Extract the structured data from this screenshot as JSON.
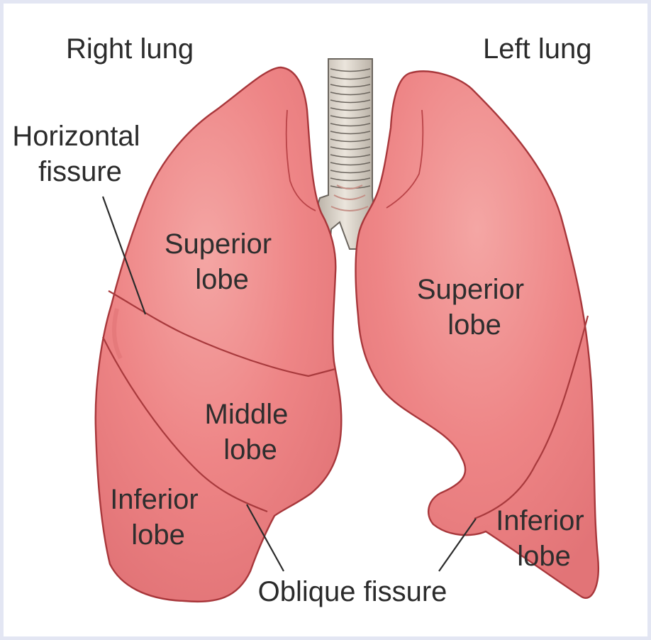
{
  "labels": {
    "right_lung": "Right lung",
    "left_lung": "Left lung",
    "horizontal_fissure": [
      "Horizontal",
      "fissure"
    ],
    "oblique_fissure": "Oblique fissure",
    "right_superior_lobe": [
      "Superior",
      "lobe"
    ],
    "right_middle_lobe": [
      "Middle",
      "lobe"
    ],
    "right_inferior_lobe": [
      "Inferior",
      "lobe"
    ],
    "left_superior_lobe": [
      "Superior",
      "lobe"
    ],
    "left_inferior_lobe": [
      "Inferior",
      "lobe"
    ]
  },
  "colors": {
    "frame_border": "#e3e6f3",
    "lung_fill": "#ee8586",
    "lung_highlight": "#f4a6a4",
    "lung_shadow": "#d8686b",
    "lung_outline": "#a8373b",
    "trachea_fill": "#d9d2c8",
    "trachea_stroke": "#6b655e",
    "text": "#2b2b2b"
  }
}
